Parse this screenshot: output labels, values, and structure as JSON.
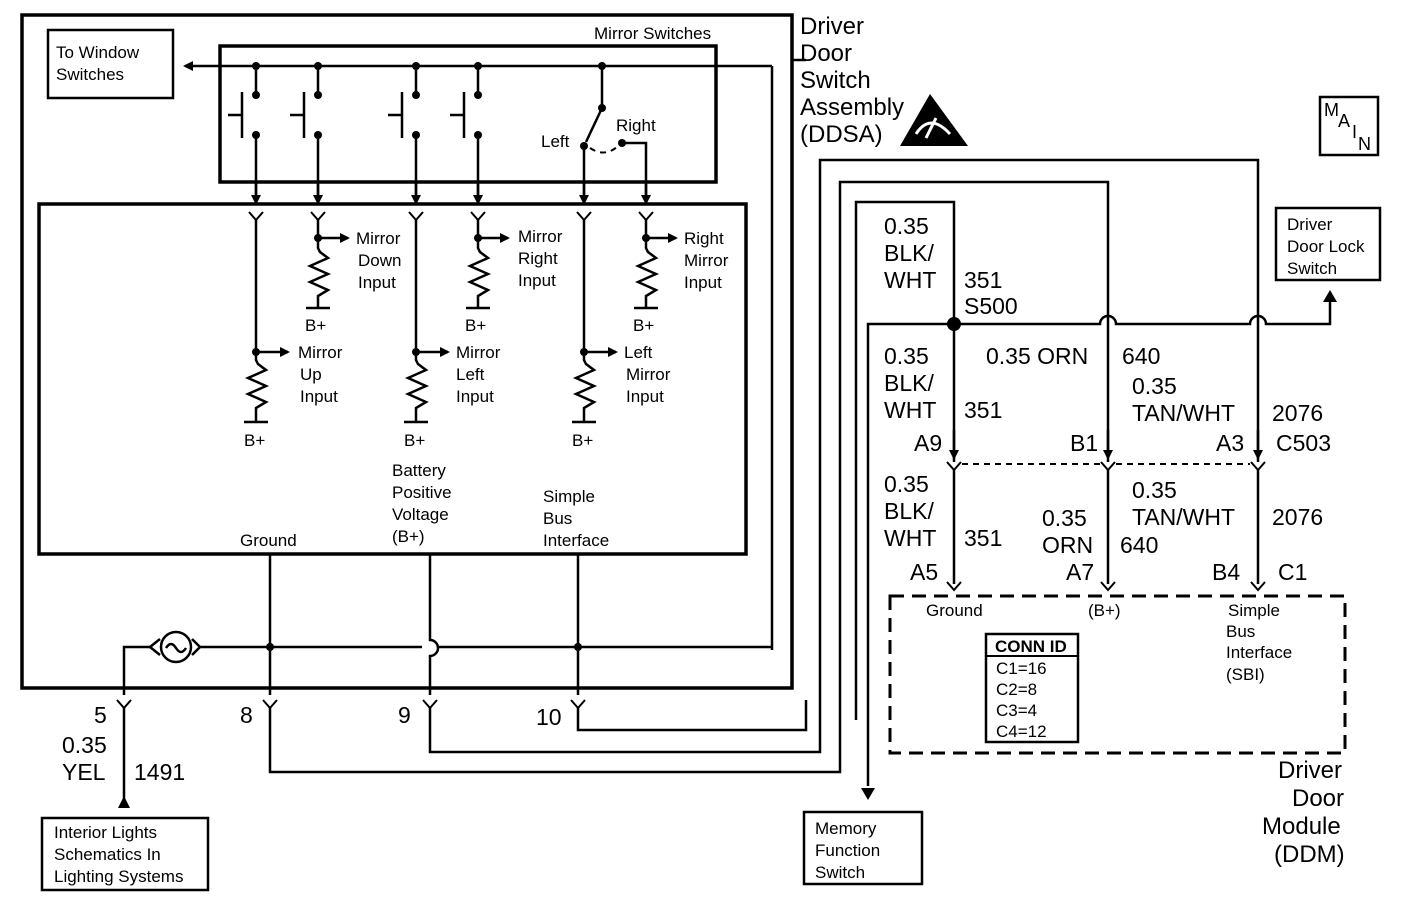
{
  "labels": {
    "to_window_switches": [
      "To Window",
      "Switches"
    ],
    "mirror_switches": "Mirror Switches",
    "ddsa": [
      "Driver",
      "Door",
      "Switch",
      "Assembly",
      "(DDSA)"
    ],
    "main_symbol": [
      "M",
      "A",
      "I",
      "N"
    ],
    "left": "Left",
    "right": "Right",
    "mirror_down_input": [
      "Mirror",
      "Down",
      "Input"
    ],
    "mirror_right_input": [
      "Mirror",
      "Right",
      "Input"
    ],
    "right_mirror_input": [
      "Right",
      "Mirror",
      "Input"
    ],
    "mirror_up_input": [
      "Mirror",
      "Up",
      "Input"
    ],
    "mirror_left_input": [
      "Mirror",
      "Left",
      "Input"
    ],
    "left_mirror_input": [
      "Left",
      "Mirror",
      "Input"
    ],
    "b_plus": "B+",
    "battery_positive_voltage": [
      "Battery",
      "Positive",
      "Voltage",
      "(B+)"
    ],
    "simple_bus_interface_ddsa": [
      "Simple",
      "Bus",
      "Interface"
    ],
    "ground": "Ground",
    "driver_door_lock_switch": [
      "Driver",
      "Door Lock",
      "Switch"
    ],
    "ddm": [
      "Driver",
      "Door",
      "Module",
      "(DDM)"
    ],
    "ddm_ground": "Ground",
    "ddm_b_plus": "(B+)",
    "ddm_sbi": [
      "Simple",
      "Bus",
      "Interface",
      "(SBI)"
    ],
    "memory_function_switch": [
      "Memory",
      "Function",
      "Switch"
    ],
    "interior_lights": [
      "Interior Lights",
      "Schematics In",
      "Lighting Systems"
    ]
  },
  "conn_id": {
    "title": "CONN ID",
    "rows": [
      "C1=16",
      "C2=8",
      "C3=4",
      "C4=12"
    ]
  },
  "pins_ddsa": [
    "5",
    "8",
    "9",
    "10"
  ],
  "wire_1491": {
    "size": "0.35",
    "color": "YEL",
    "circuit": "1491"
  },
  "splice_wire": {
    "size": "0.35",
    "color": "BLK/",
    "color2": "WHT",
    "circuit": "351",
    "splice": "S500"
  },
  "c503": {
    "name": "C503",
    "left_wire": {
      "size": "0.35",
      "color": "BLK/",
      "color2": "WHT",
      "circuit": "351",
      "pin": "A9"
    },
    "mid_wire": {
      "label": "0.35 ORN",
      "circuit": "640",
      "pin": "B1"
    },
    "right_wire": {
      "size": "0.35",
      "color": "TAN/WHT",
      "circuit": "2076",
      "pin": "A3"
    }
  },
  "c1": {
    "name": "C1",
    "left_wire": {
      "size": "0.35",
      "color": "BLK/",
      "color2": "WHT",
      "circuit": "351",
      "pin": "A5"
    },
    "mid_wire": {
      "size": "0.35",
      "color": "ORN",
      "circuit": "640",
      "pin": "A7"
    },
    "right_wire": {
      "size": "0.35",
      "color": "TAN/WHT",
      "circuit": "2076",
      "pin": "B4"
    }
  }
}
